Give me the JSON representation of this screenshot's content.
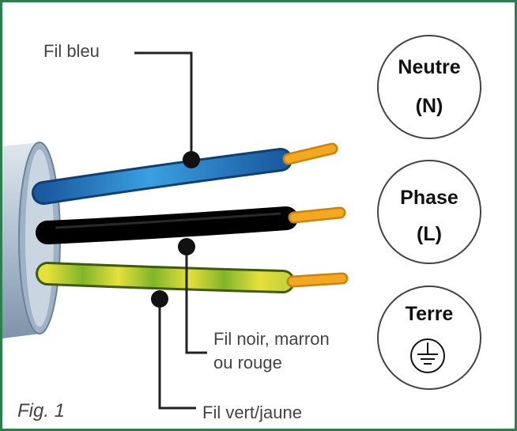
{
  "figure_label": "Fig. 1",
  "labels": {
    "blue": "Fil bleu",
    "black_line1": "Fil noir, marron",
    "black_line2": "ou rouge",
    "green": "Fil vert/jaune"
  },
  "terminals": {
    "neutral_name": "Neutre",
    "neutral_code": "(N)",
    "phase_name": "Phase",
    "phase_code": "(L)",
    "earth_name": "Terre",
    "earth_icon": "ground-symbol-icon"
  },
  "colors": {
    "frame": "#2e7d4f",
    "blue_wire": "#1f6fb5",
    "black_wire": "#111111",
    "green_wire": "#8bbf2a",
    "yellow_wire": "#e9e23a",
    "copper": "#f2a21c",
    "cable_sheath": "#b8c7d6"
  }
}
